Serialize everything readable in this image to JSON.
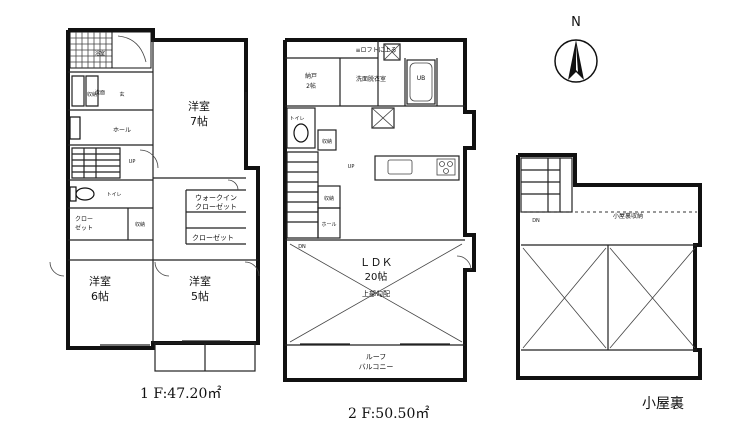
{
  "floor1": {
    "caption": "1 F:47.20㎡",
    "rooms": {
      "western_top": "洋室",
      "western_top_size": "7帖",
      "western_left": "洋室",
      "western_left_size": "6帖",
      "western_right": "洋室",
      "western_right_size": "5帖",
      "hall": "ホール",
      "walk_in_closet": "ウォークイン",
      "walk_in_closet_2": "クローゼット",
      "closet_right": "クローゼット",
      "closet_left": "クロー",
      "closet_left_2": "ゼット",
      "toilet": "トイレ",
      "storage_a": "玄",
      "storage_b": "収納",
      "shelf": "収納",
      "up": "UP",
      "bath": "浴室",
      "wash": "洗面"
    }
  },
  "floor2": {
    "caption": "2 F:50.50㎡",
    "rooms": {
      "ldk": "ＬＤＫ",
      "ldk_size": "20帖",
      "ldk_sub": "上部勾配",
      "balcony_1": "ルーフ",
      "balcony_2": "バルコニー",
      "storage": "納戸",
      "storage_size": "2帖",
      "wash": "洗面脱衣室",
      "bath": "UB",
      "toilet": "トイレ",
      "shelf": "収納",
      "shelf2": "収納",
      "hall": "ホール",
      "up": "UP",
      "dn": "DN",
      "sign": "≡ロフトに上る"
    }
  },
  "attic": {
    "caption": "小屋裏",
    "storage": "小屋裏収納",
    "dn": "DN"
  },
  "compass": {
    "label": "N"
  }
}
